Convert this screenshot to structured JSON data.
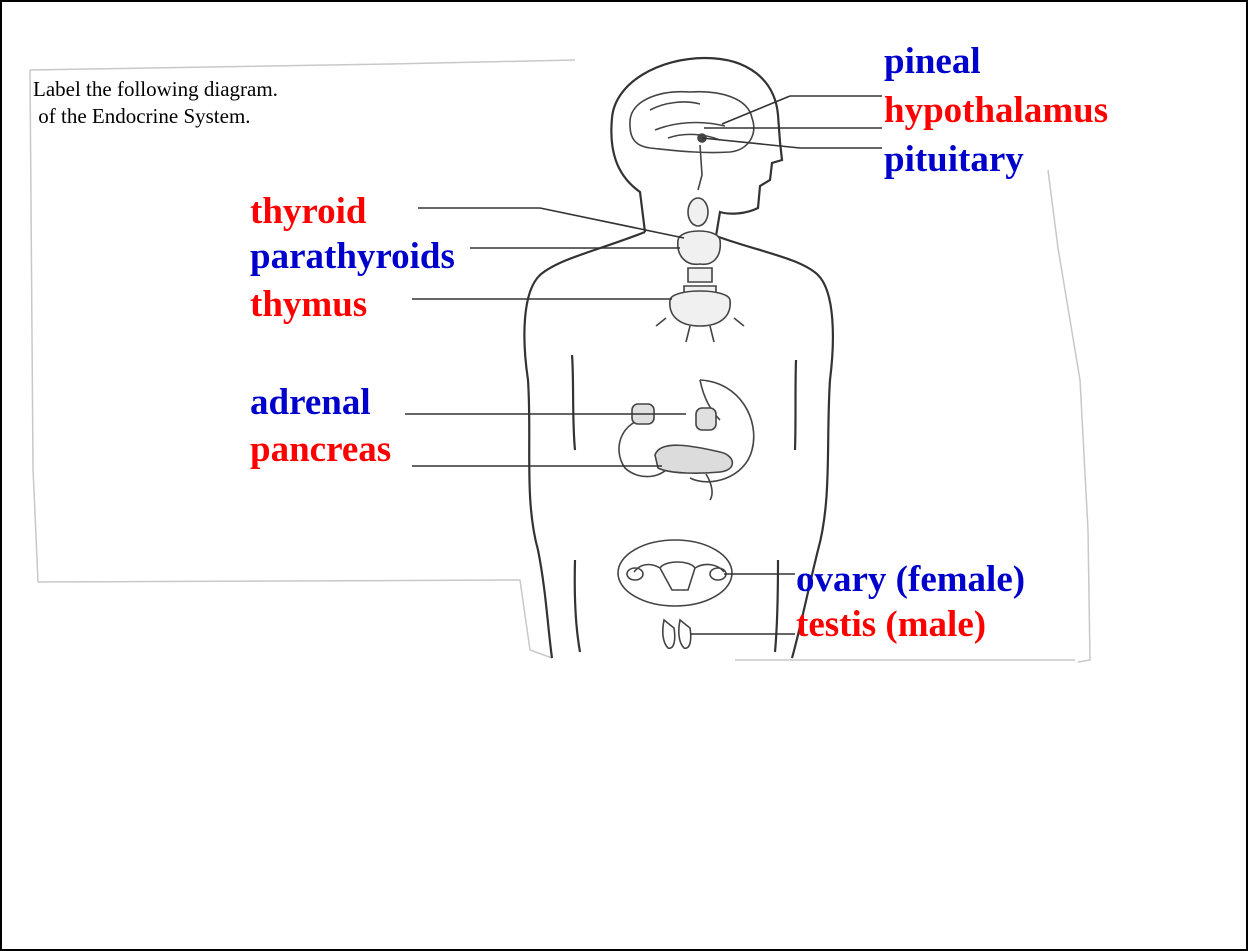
{
  "instructions": {
    "line1": "Label the following diagram.",
    "line2": " of the Endocrine System."
  },
  "labels": {
    "pineal": "pineal",
    "hypothalamus": "hypothalamus",
    "pituitary": "pituitary",
    "thyroid": "thyroid",
    "parathyroids": "parathyroids",
    "thymus": "thymus",
    "adrenal": "adrenal",
    "pancreas": "pancreas",
    "ovary": "ovary (female)",
    "testis": "testis (male)"
  },
  "colors": {
    "red": "#ff0000",
    "blue": "#0000cc"
  }
}
